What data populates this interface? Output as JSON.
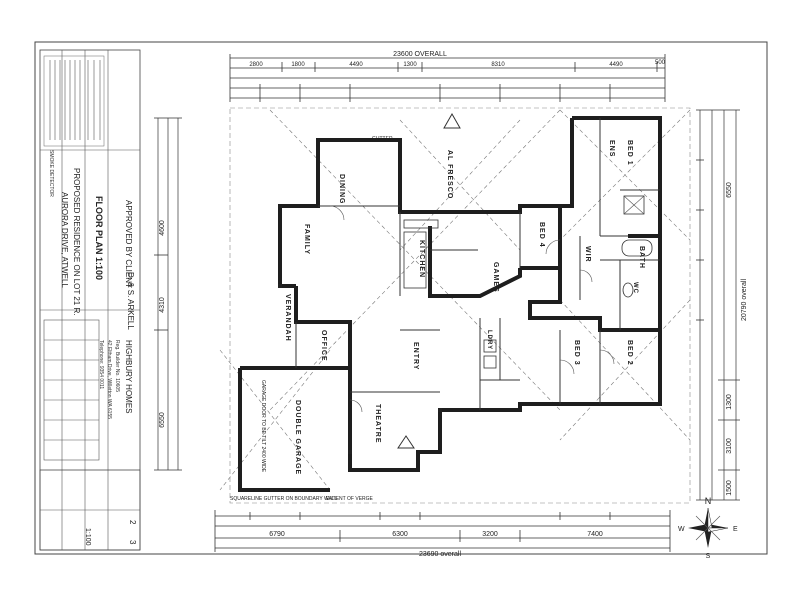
{
  "title_block": {
    "client": "D. & S. ARKELL",
    "plan_label": "FLOOR PLAN 1:100",
    "residence": "PROPOSED RESIDENCE ON LOT 21 R.",
    "address": "AURORA DRIVE, ATWELL",
    "builder": "HIGHBURY HOMES",
    "builder_reg": "Reg. Builder No. 10605",
    "builder_address": "42 Eltham Drive, Willetton WA 6155",
    "phone": "Telephone: 9354 0011",
    "approval": "APPROVED BY CLIENT",
    "scale": "1:100",
    "sheet": "2",
    "of": "3",
    "note": "SMOKE DETECTOR"
  },
  "overall_dims": {
    "top_overall": "23600 OVERALL",
    "bottom_overall": "23690 overall",
    "right_overall": "20790 overall",
    "top_segments": [
      "2800",
      "1800",
      "4490",
      "1300",
      "8310",
      "4490",
      "500"
    ],
    "bottom_segments": [
      "6790",
      "6300",
      "3200",
      "7400"
    ],
    "left_segments": [
      "4600",
      "4310",
      "6550"
    ],
    "right_segments": [
      "6550",
      "1300",
      "3100",
      "1500"
    ]
  },
  "rooms": {
    "dining": "DINING",
    "family": "FAMILY",
    "kitchen": "KITCHEN",
    "alfresco": "AL FRESCO",
    "games": "GAMES",
    "bed4": "BED 4",
    "bed1": "BED 1",
    "bed2": "BED 2",
    "bed3": "BED 3",
    "ens": "ENS",
    "wir": "WIR",
    "verandah": "VERANDAH",
    "office": "OFFICE",
    "entry": "ENTRY",
    "theatre": "THEATRE",
    "double_garage": "DOUBLE GARAGE",
    "bath": "BATH",
    "laundry": "LDRY",
    "wc": "WC"
  },
  "notes": {
    "gutter": "GUTTER",
    "extent": "EXTENT OF VERGE",
    "boundary": "SQUARELINE GUTTER ON BOUNDARY WALL",
    "garage_ceiling": "GARAGE DOOR TO BE TILT 2400 WIDE"
  },
  "compass": {
    "n": "N",
    "s": "S",
    "e": "E",
    "w": "W"
  }
}
